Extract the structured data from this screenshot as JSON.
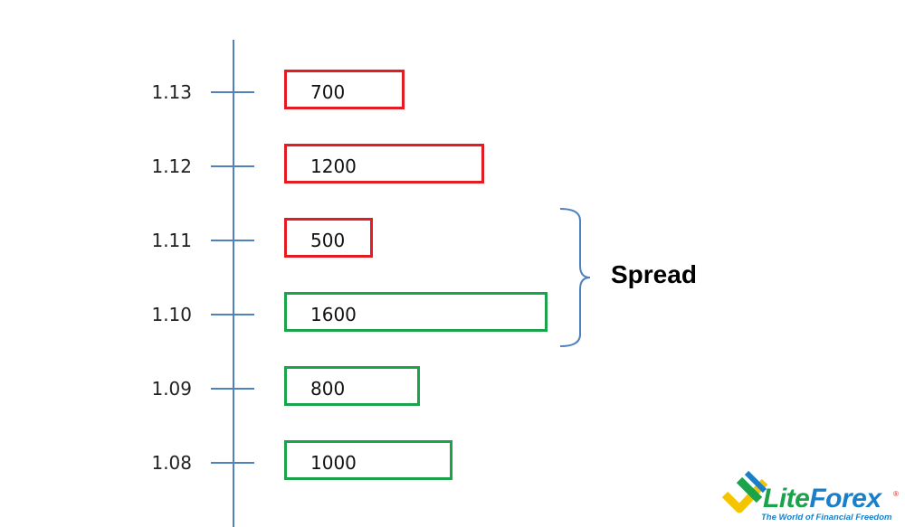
{
  "colors": {
    "ask": "#e31b23",
    "bid": "#1aa34a",
    "axis": "#4f81bd"
  },
  "levels": [
    {
      "price": "1.13",
      "volume": 700,
      "side": "ask"
    },
    {
      "price": "1.12",
      "volume": 1200,
      "side": "ask"
    },
    {
      "price": "1.11",
      "volume": 500,
      "side": "ask"
    },
    {
      "price": "1.10",
      "volume": 1600,
      "side": "bid"
    },
    {
      "price": "1.09",
      "volume": 800,
      "side": "bid"
    },
    {
      "price": "1.08",
      "volume": 1000,
      "side": "bid"
    }
  ],
  "spread": {
    "label": "Spread",
    "from_price": "1.11",
    "to_price": "1.10"
  },
  "logo": {
    "name_a": "Lite",
    "name_b": "Forex",
    "reg": "®",
    "tagline": "The World of Financial Freedom"
  }
}
